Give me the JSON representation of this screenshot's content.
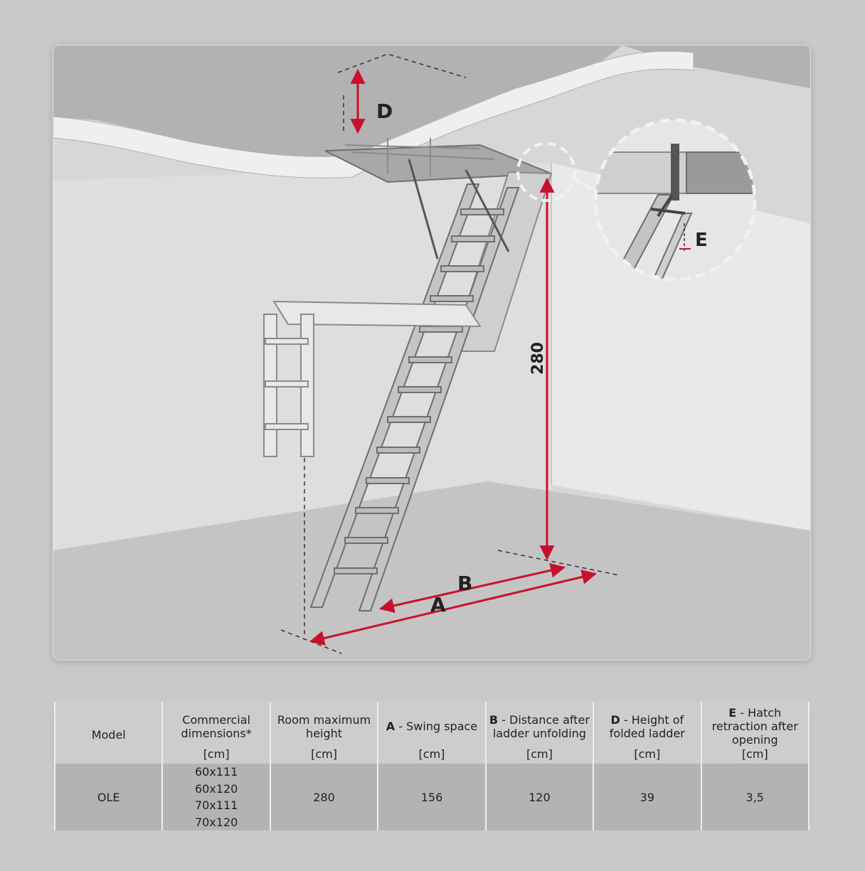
{
  "diagram": {
    "labels": {
      "height": "280",
      "a": "A",
      "b": "B",
      "d": "D",
      "e": "E"
    },
    "colors": {
      "dimension_line": "#c8102e",
      "background": "#c9c9c9"
    }
  },
  "table": {
    "columns": [
      {
        "pre": "",
        "label": "Model",
        "unit": ""
      },
      {
        "pre": "",
        "label": "Commercial dimensions*",
        "unit": "[cm]"
      },
      {
        "pre": "",
        "label": "Room maximum height",
        "unit": "[cm]"
      },
      {
        "pre": "A",
        "label": " - Swing space",
        "unit": "[cm]"
      },
      {
        "pre": "B",
        "label": " - Distance after ladder unfolding",
        "unit": "[cm]"
      },
      {
        "pre": "D",
        "label": " - Height of folded ladder",
        "unit": "[cm]"
      },
      {
        "pre": "E",
        "label": " - Hatch retraction after opening",
        "unit": "[cm]"
      }
    ],
    "row": {
      "model": "OLE",
      "dimensions": [
        "60x111",
        "60x120",
        "70x111",
        "70x120"
      ],
      "room_height": "280",
      "swing_space": "156",
      "distance_unfolding": "120",
      "folded_height": "39",
      "hatch_retraction": "3,5"
    }
  }
}
